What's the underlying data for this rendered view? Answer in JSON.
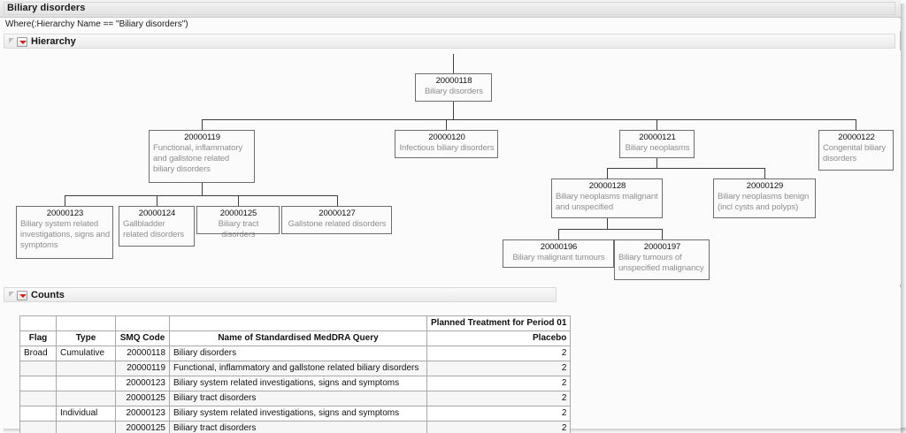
{
  "window": {
    "title": "Biliary disorders",
    "where_clause": "Where(:Hierarchy Name == \"Biliary disorders\")"
  },
  "sections": {
    "hierarchy": {
      "title": "Hierarchy",
      "disclosure_icon": "triangle-icon",
      "menu_icon": "red-triangle-menu-icon"
    },
    "counts": {
      "title": "Counts",
      "disclosure_icon": "triangle-icon",
      "menu_icon": "red-triangle-menu-icon"
    }
  },
  "hierarchy": {
    "nodes": [
      {
        "code": "20000118",
        "label": "Biliary disorders"
      },
      {
        "code": "20000119",
        "label": "Functional, inflammatory and gallstone related biliary disorders"
      },
      {
        "code": "20000120",
        "label": "Infectious biliary disorders"
      },
      {
        "code": "20000121",
        "label": "Biliary neoplasms"
      },
      {
        "code": "20000122",
        "label": "Congenital biliary disorders"
      },
      {
        "code": "20000123",
        "label": "Biliary system related investigations, signs and symptoms"
      },
      {
        "code": "20000124",
        "label": "Gallbladder related disorders"
      },
      {
        "code": "20000125",
        "label": "Biliary tract disorders"
      },
      {
        "code": "20000127",
        "label": "Gallstone related disorders"
      },
      {
        "code": "20000128",
        "label": "Biliary neoplasms malignant and unspecified"
      },
      {
        "code": "20000129",
        "label": "Biliary neoplasms benign (incl cysts and polyps)"
      },
      {
        "code": "20000196",
        "label": "Biliary malignant tumours"
      },
      {
        "code": "20000197",
        "label": "Biliary tumours of unspecified malignancy"
      }
    ]
  },
  "counts_table": {
    "group_header": "Planned Treatment for Period 01",
    "columns": [
      "Flag",
      "Type",
      "SMQ Code",
      "Name of Standardised MedDRA Query",
      "Placebo"
    ],
    "rows": [
      {
        "flag": "Broad",
        "type": "Cumulative",
        "smq_code": "20000118",
        "name": "Biliary disorders",
        "placebo": "2"
      },
      {
        "flag": "",
        "type": "",
        "smq_code": "20000119",
        "name": "Functional, inflammatory and gallstone related biliary disorders",
        "placebo": "2"
      },
      {
        "flag": "",
        "type": "",
        "smq_code": "20000123",
        "name": "Biliary system related investigations, signs and symptoms",
        "placebo": "2"
      },
      {
        "flag": "",
        "type": "",
        "smq_code": "20000125",
        "name": "Biliary tract disorders",
        "placebo": "2"
      },
      {
        "flag": "",
        "type": "Individual",
        "smq_code": "20000123",
        "name": "Biliary system related investigations, signs and symptoms",
        "placebo": "2"
      },
      {
        "flag": "",
        "type": "",
        "smq_code": "20000125",
        "name": "Biliary tract disorders",
        "placebo": "2"
      }
    ]
  }
}
